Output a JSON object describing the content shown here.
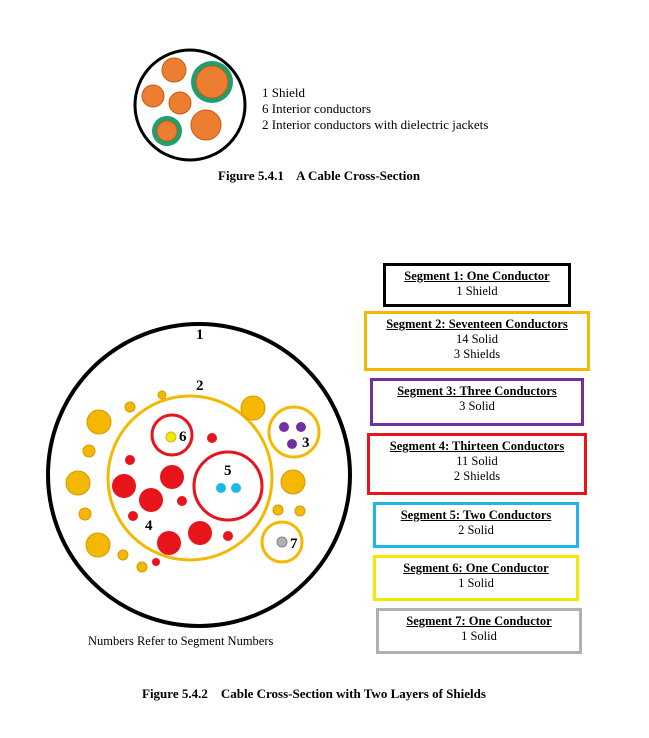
{
  "figure1": {
    "legend": [
      "1 Shield",
      "6 Interior conductors",
      "2 Interior conductors with dielectric jackets"
    ],
    "caption": "Figure 5.4.1    A Cable Cross-Section"
  },
  "figure2": {
    "caption": "Figure 5.4.2    Cable Cross-Section with Two Layers of Shields",
    "note": "Numbers Refer to Segment Numbers",
    "labels": [
      "1",
      "2",
      "3",
      "4",
      "5",
      "6",
      "7"
    ],
    "segments": [
      {
        "title": "Segment 1: One Conductor",
        "lines": [
          "1 Shield"
        ],
        "color": "#000000"
      },
      {
        "title": "Segment 2: Seventeen Conductors",
        "lines": [
          "14 Solid",
          "3 Shields"
        ],
        "color": "#f5b800"
      },
      {
        "title": "Segment 3: Three Conductors",
        "lines": [
          "3 Solid"
        ],
        "color": "#7030a0"
      },
      {
        "title": "Segment 4: Thirteen Conductors",
        "lines": [
          "11 Solid",
          "2 Shields"
        ],
        "color": "#e8141c"
      },
      {
        "title": "Segment 5: Two Conductors",
        "lines": [
          "2 Solid"
        ],
        "color": "#1fb7e8"
      },
      {
        "title": "Segment 6: One Conductor",
        "lines": [
          "1 Solid"
        ],
        "color": "#f5e800"
      },
      {
        "title": "Segment 7: One Conductor",
        "lines": [
          "1 Solid"
        ],
        "color": "#b0b0b0"
      }
    ]
  },
  "colors": {
    "orange_conductor": "#ed7d31",
    "jacket_green": "#1f9e6e",
    "yellow_conductor": "#f5b800",
    "red_conductor": "#e8141c",
    "blue_conductor": "#1fb7e8",
    "purple_conductor": "#7030a0",
    "yellow_small": "#f5e800",
    "gray_conductor": "#b0b0b0"
  }
}
